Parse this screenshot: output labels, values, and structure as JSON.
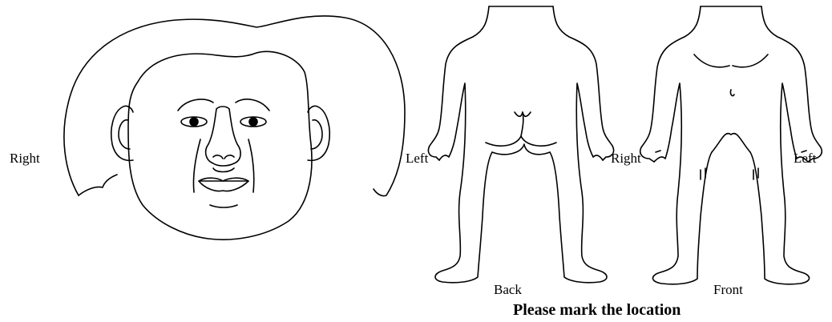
{
  "labels": {
    "head_right": "Right",
    "back_left": "Left",
    "front_right": "Right",
    "front_left": "Left",
    "back_caption": "Back",
    "front_caption": "Front"
  },
  "title": "Please mark the location",
  "colors": {
    "ink": "#000000",
    "background": "#ffffff"
  }
}
